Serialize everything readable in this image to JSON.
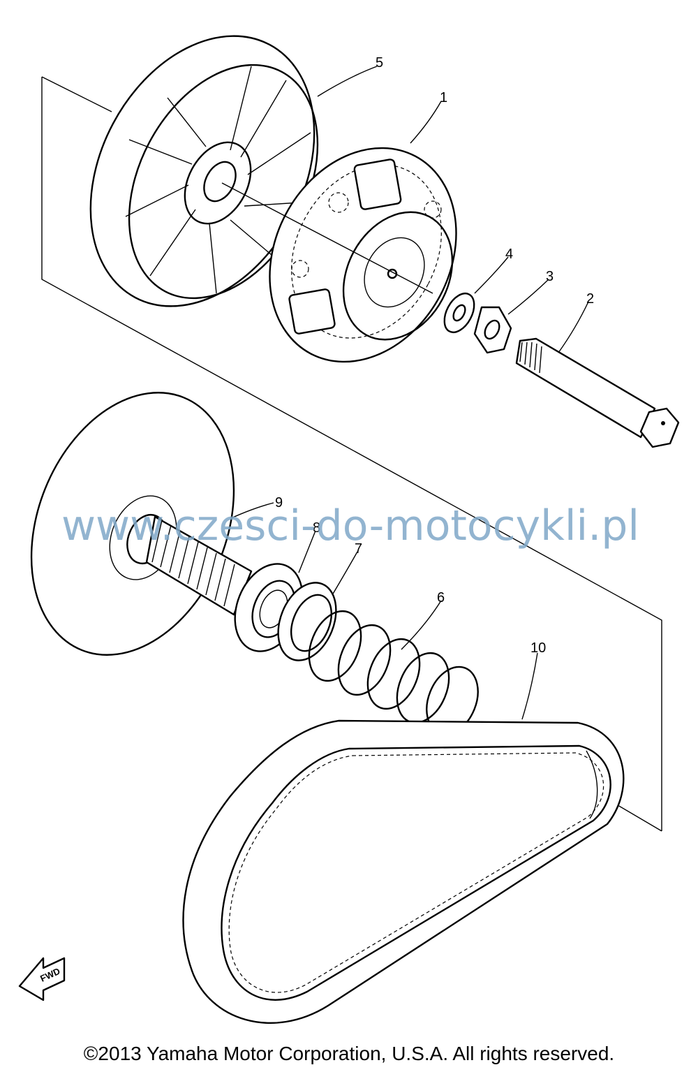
{
  "callouts": [
    {
      "id": "part-1",
      "label": "1"
    },
    {
      "id": "part-2",
      "label": "2"
    },
    {
      "id": "part-3",
      "label": "3"
    },
    {
      "id": "part-4",
      "label": "4"
    },
    {
      "id": "part-5",
      "label": "5"
    },
    {
      "id": "part-6",
      "label": "6"
    },
    {
      "id": "part-7",
      "label": "7"
    },
    {
      "id": "part-8",
      "label": "8"
    },
    {
      "id": "part-9",
      "label": "9"
    },
    {
      "id": "part-10",
      "label": "10"
    }
  ],
  "direction_arrow": {
    "label": "FWD",
    "icon": "forward-arrow-icon"
  },
  "watermark": "www.czesci-do-motocykli.pl",
  "copyright": "©2013 Yamaha Motor Corporation, U.S.A. All rights reserved."
}
